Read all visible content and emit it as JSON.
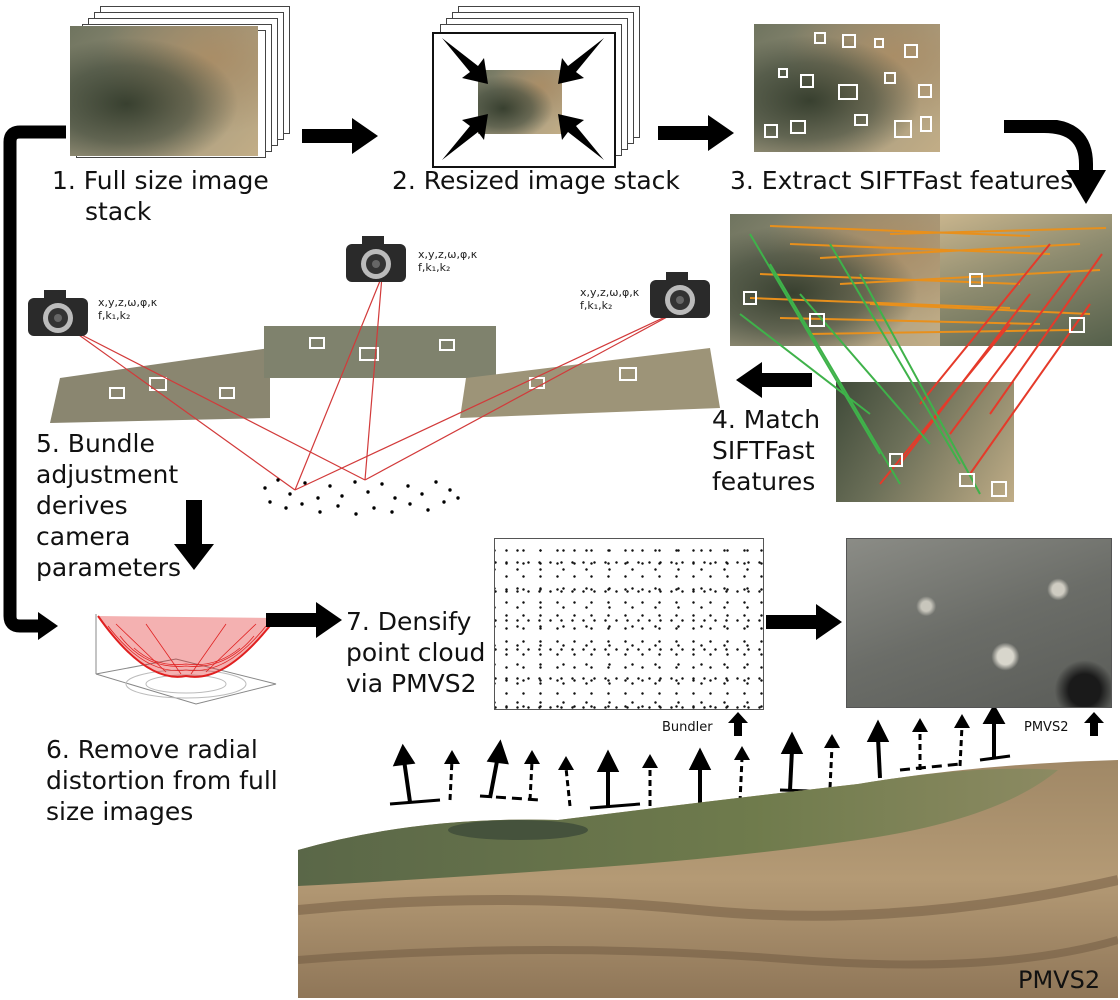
{
  "steps": {
    "step1": "1.  Full size image stack",
    "step1_line1": "1.  Full size image",
    "step1_line2": "stack",
    "step2": "2. Resized image stack",
    "step3": "3. Extract SIFTFast features",
    "step4_line1": "4. Match",
    "step4_line2": "SIFTFast",
    "step4_line3": "features",
    "step5_line1": "5. Bundle",
    "step5_line2": "adjustment",
    "step5_line3": "derives",
    "step5_line4": "camera",
    "step5_line5": "parameters",
    "step6_line1": "6. Remove radial",
    "step6_line2": "distortion from full",
    "step6_line3": "size images",
    "step7_line1": "7. Densify",
    "step7_line2": "point cloud",
    "step7_line3": "via PMVS2"
  },
  "camera_params": {
    "line1": "x,y,z,ω,φ,κ",
    "line2": "f,k₁,k₂"
  },
  "result_labels": {
    "bundler": "Bundler",
    "pmvs2_small": "PMVS2",
    "pmvs2_large": "PMVS2"
  },
  "icons": [
    "camera-icon",
    "arrow-right-icon",
    "arrow-left-icon",
    "arrow-down-icon",
    "arrow-up-icon",
    "curved-arrow-icon"
  ],
  "colors": {
    "arrow": "#000000",
    "match_orange": "#e8901c",
    "match_red": "#e53a2a",
    "match_green": "#3fb24a",
    "ray_red": "#d23a3a",
    "distortion_red": "#e02020"
  }
}
